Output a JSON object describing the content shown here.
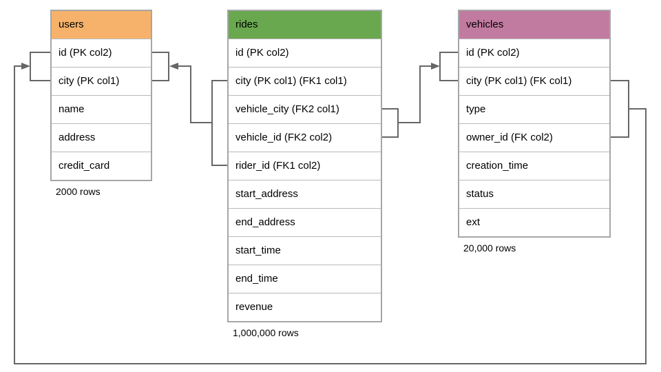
{
  "diagram": {
    "background_color": "#ffffff",
    "connector_color": "#666666",
    "table_border_color": "#a6a6a6",
    "tables": [
      {
        "id": "users",
        "title": "users",
        "header_color": "#F6B26B",
        "columns": [
          "id (PK col2)",
          "city (PK col1)",
          "name",
          "address",
          "credit_card"
        ],
        "row_count": "2000 rows"
      },
      {
        "id": "rides",
        "title": "rides",
        "header_color": "#6AA84F",
        "columns": [
          "id (PK col2)",
          "city (PK col1) (FK1 col1)",
          "vehicle_city (FK2 col1)",
          "vehicle_id (FK2 col2)",
          "rider_id (FK1 col2)",
          "start_address",
          "end_address",
          "start_time",
          "end_time",
          "revenue"
        ],
        "row_count": "1,000,000 rows"
      },
      {
        "id": "vehicles",
        "title": "vehicles",
        "header_color": "#C27BA0",
        "columns": [
          "id (PK col2)",
          "city (PK col1) (FK col1)",
          "type",
          "owner_id (FK col2)",
          "creation_time",
          "status",
          "ext"
        ],
        "row_count": "20,000 rows"
      }
    ],
    "relationships": [
      {
        "name": "FK1",
        "from": "rides(city, rider_id)",
        "to": "users(id, city)"
      },
      {
        "name": "FK2",
        "from": "rides(vehicle_city, vehicle_id)",
        "to": "vehicles(id, city)"
      },
      {
        "name": "FK",
        "from": "vehicles(city, owner_id)",
        "to": "users(id, city)"
      }
    ]
  }
}
